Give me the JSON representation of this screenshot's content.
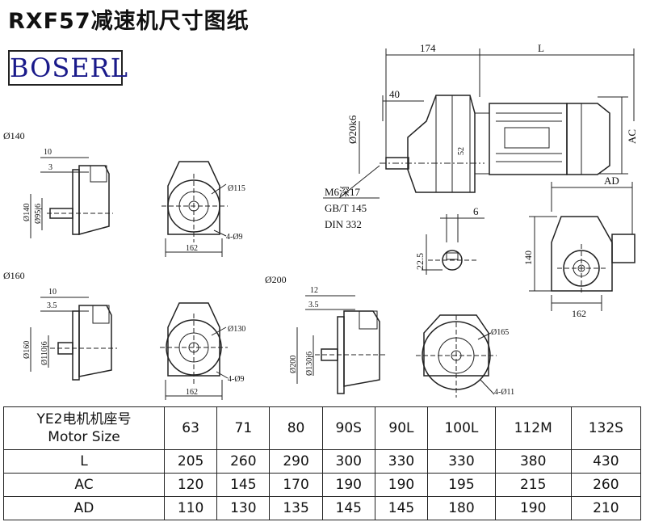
{
  "title": "RXF57减速机尺寸图纸",
  "logo": {
    "text": "BOSERL"
  },
  "drawing": {
    "main_view": {
      "dim_174": "174",
      "dim_L": "L",
      "dim_40": "40",
      "dim_shaft": "Ø20k6",
      "dim_52": "52",
      "dim_AC": "AC",
      "thread_1": "M6深17",
      "thread_2": "GB/T 145",
      "thread_3": "DIN 332"
    },
    "key_view": {
      "dim_6": "6",
      "dim_22_5": "22.5"
    },
    "end_view": {
      "dim_AD": "AD",
      "dim_140": "140",
      "dim_162": "162"
    },
    "flange_140": {
      "title": "Ø140",
      "dim_10": "10",
      "dim_3": "3",
      "dim_dia140": "Ø140",
      "dim_dia95": "Ø95j6",
      "dim_dia115": "Ø115",
      "dim_holes": "4-Ø9",
      "dim_162": "162"
    },
    "flange_160": {
      "title": "Ø160",
      "dim_10": "10",
      "dim_3_5": "3.5",
      "dim_dia160": "Ø160",
      "dim_dia110": "Ø110j6",
      "dim_dia130": "Ø130",
      "dim_holes": "4-Ø9",
      "dim_162": "162"
    },
    "flange_200": {
      "title": "Ø200",
      "dim_12": "12",
      "dim_3_5": "3.5",
      "dim_dia200": "Ø200",
      "dim_dia130": "Ø130j6",
      "dim_dia165": "Ø165",
      "dim_holes": "4-Ø11"
    }
  },
  "table": {
    "header_cn": "YE2电机机座号",
    "header_en": "Motor Size",
    "sizes": [
      "63",
      "71",
      "80",
      "90S",
      "90L",
      "100L",
      "112M",
      "132S"
    ],
    "rows": [
      {
        "label": "L",
        "values": [
          "205",
          "260",
          "290",
          "300",
          "330",
          "330",
          "380",
          "430"
        ]
      },
      {
        "label": "AC",
        "values": [
          "120",
          "145",
          "170",
          "190",
          "190",
          "195",
          "215",
          "260"
        ]
      },
      {
        "label": "AD",
        "values": [
          "110",
          "130",
          "135",
          "145",
          "145",
          "180",
          "190",
          "210"
        ]
      }
    ]
  }
}
